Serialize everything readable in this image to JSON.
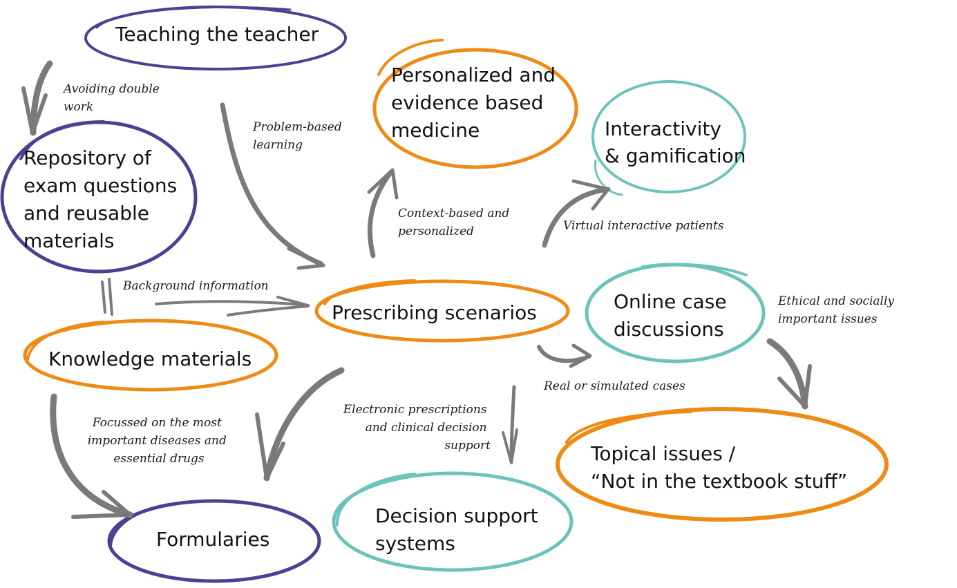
{
  "colors": {
    "purple": "#4f3f93",
    "orange": "#ee8b14",
    "teal": "#6cc3bc",
    "arrow": "#7a7a7a"
  },
  "nodes": {
    "teaching": {
      "lines": [
        "Teaching the teacher"
      ],
      "color": "purple"
    },
    "personalized": {
      "lines": [
        "Personalized and",
        "evidence based",
        "medicine"
      ],
      "color": "orange"
    },
    "interactivity": {
      "lines": [
        "Interactivity",
        "& gamification"
      ],
      "color": "teal"
    },
    "repository": {
      "lines": [
        "Repository of",
        "exam questions",
        "and reusable",
        "materials"
      ],
      "color": "purple"
    },
    "prescribing": {
      "lines": [
        "Prescribing scenarios"
      ],
      "color": "orange"
    },
    "online": {
      "lines": [
        "Online case",
        "discussions"
      ],
      "color": "teal"
    },
    "knowledge": {
      "lines": [
        "Knowledge materials"
      ],
      "color": "orange"
    },
    "topical": {
      "lines": [
        "Topical issues /",
        "“Not in the textbook stuff”"
      ],
      "color": "orange"
    },
    "decision": {
      "lines": [
        "Decision support",
        "systems"
      ],
      "color": "teal"
    },
    "formularies": {
      "lines": [
        "Formularies"
      ],
      "color": "purple"
    }
  },
  "edge_labels": {
    "avoiding": [
      "Avoiding double",
      "work"
    ],
    "problem": [
      "Problem-based",
      "learning"
    ],
    "context": [
      "Context-based and",
      "personalized"
    ],
    "virtual": [
      "Virtual interactive patients"
    ],
    "background": [
      "Background information"
    ],
    "ethical": [
      "Ethical and socially",
      "important issues"
    ],
    "real": [
      "Real or simulated cases"
    ],
    "electronic": [
      "Electronic prescriptions",
      "and clinical decision",
      "support"
    ],
    "focussed": [
      "Focussed on the most",
      "important diseases and",
      "essential drugs"
    ]
  }
}
